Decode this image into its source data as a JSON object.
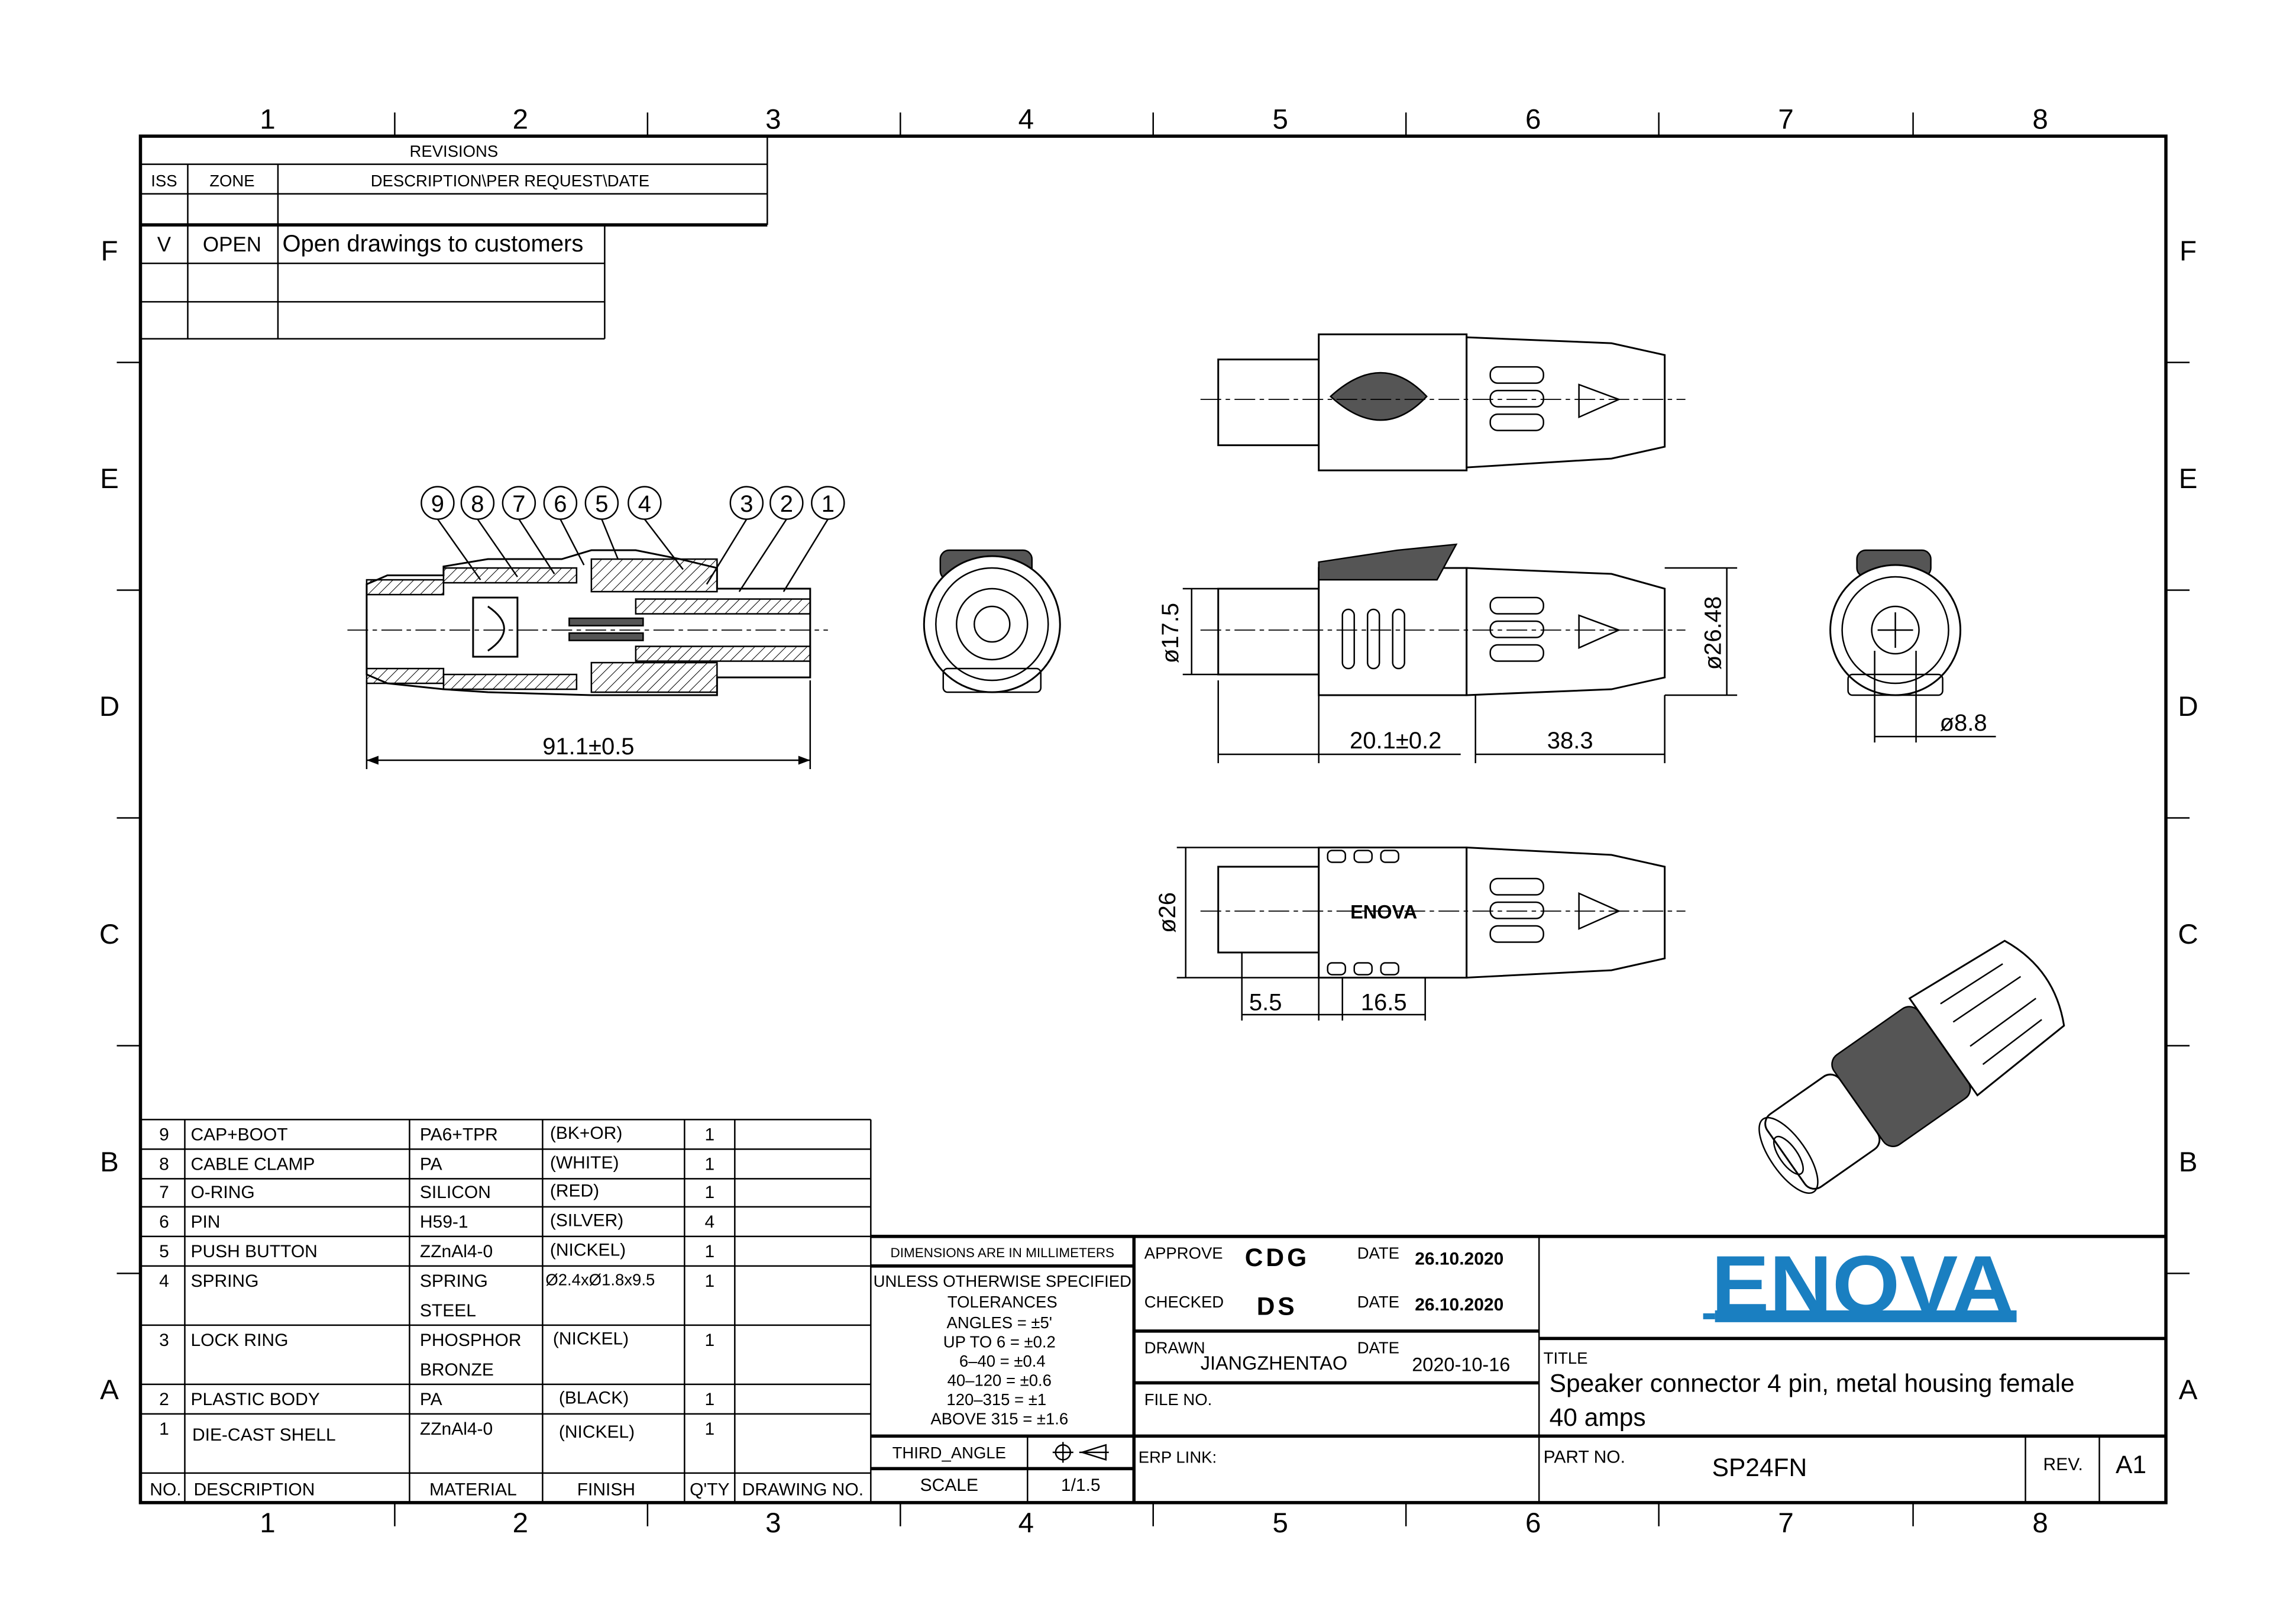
{
  "zones": {
    "columns": [
      "1",
      "2",
      "3",
      "4",
      "5",
      "6",
      "7",
      "8"
    ],
    "rows": [
      "F",
      "E",
      "D",
      "C",
      "B",
      "A"
    ]
  },
  "revisions": {
    "title": "REVISIONS",
    "headers": [
      "ISS",
      "ZONE",
      "DESCRIPTION\\PER REQUEST\\DATE"
    ],
    "rows": [
      {
        "iss": "V",
        "zone": "OPEN",
        "description": "Open drawings to customers"
      }
    ]
  },
  "callouts": [
    "9",
    "8",
    "7",
    "6",
    "5",
    "4",
    "3",
    "2",
    "1"
  ],
  "dimensions": {
    "overall_length": "91.1±0.5",
    "dia_17_5": "ø17.5",
    "dia_26_48": "ø26.48",
    "len_20_1": "20.1±0.2",
    "len_38_3": "38.3",
    "dia_8_8": "ø8.8",
    "dia_26": "ø26",
    "len_5_5": "5.5",
    "len_16_5": "16.5"
  },
  "body_marking": "ENOVA",
  "bom": {
    "headers": [
      "NO.",
      "DESCRIPTION",
      "MATERIAL",
      "FINISH",
      "Q'TY",
      "DRAWING NO."
    ],
    "rows": [
      {
        "no": "9",
        "description": "CAP+BOOT",
        "material": "PA6+TPR",
        "material2": "",
        "finish": "(BK+OR)",
        "qty": "1"
      },
      {
        "no": "8",
        "description": "CABLE CLAMP",
        "material": "PA",
        "material2": "",
        "finish": "(WHITE)",
        "qty": "1"
      },
      {
        "no": "7",
        "description": "O-RING",
        "material": "SILICON",
        "material2": "",
        "finish": "(RED)",
        "qty": "1"
      },
      {
        "no": "6",
        "description": "PIN",
        "material": "H59-1",
        "material2": "",
        "finish": "(SILVER)",
        "qty": "4"
      },
      {
        "no": "5",
        "description": "PUSH BUTTON",
        "material": "ZZnAl4-0",
        "material2": "",
        "finish": "(NICKEL)",
        "qty": "1"
      },
      {
        "no": "4",
        "description": "SPRING",
        "material": "SPRING",
        "material2": "STEEL",
        "finish": "Ø2.4xØ1.8x9.5",
        "qty": "1"
      },
      {
        "no": "3",
        "description": "LOCK RING",
        "material": "PHOSPHOR",
        "material2": "BRONZE",
        "finish": "(NICKEL)",
        "qty": "1"
      },
      {
        "no": "2",
        "description": "PLASTIC BODY",
        "material": "PA",
        "material2": "",
        "finish": "(BLACK)",
        "qty": "1"
      },
      {
        "no": "1",
        "description": "DIE-CAST SHELL",
        "material": "ZZnAl4-0",
        "material2": "",
        "finish": "(NICKEL)",
        "qty": "1"
      }
    ]
  },
  "tolerances": {
    "units": "DIMENSIONS ARE IN MILLIMETERS",
    "heading1": "UNLESS OTHERWISE SPECIFIED",
    "heading2": "TOLERANCES",
    "lines": [
      "ANGLES = ±5'",
      "UP TO 6 = ±0.2",
      "6–40 = ±0.4",
      "40–120 = ±0.6",
      "120–315 = ±1",
      "ABOVE 315 = ±1.6"
    ],
    "projection": "THIRD_ANGLE",
    "scale_label": "SCALE",
    "scale": "1/1.5"
  },
  "title_block": {
    "approve_label": "APPROVE",
    "approve": "CDG",
    "approve_date_label": "DATE",
    "approve_date": "26.10.2020",
    "checked_label": "CHECKED",
    "checked": "DS",
    "checked_date_label": "DATE",
    "checked_date": "26.10.2020",
    "drawn_label": "DRAWN",
    "drawn": "JIANGZHENTAO",
    "drawn_date_label": "DATE",
    "drawn_date": "2020-10-16",
    "file_label": "FILE NO.",
    "erp_label": "ERP LINK:",
    "logo": "ENOVA",
    "logo_color": "#1a7fc1",
    "title_label": "TITLE",
    "title_line1": "Speaker connector 4 pin, metal housing female",
    "title_line2": "40 amps",
    "part_label": "PART NO.",
    "part_no": "SP24FN",
    "rev_label": "REV.",
    "rev": "A1"
  }
}
